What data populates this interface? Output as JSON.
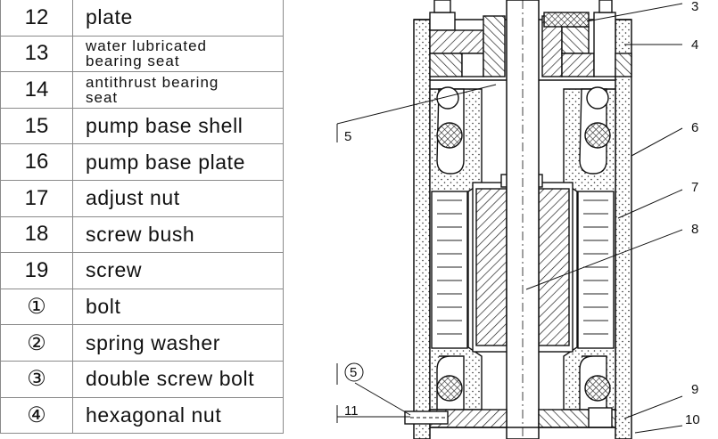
{
  "parts": [
    {
      "no": "12",
      "name": "plate"
    },
    {
      "no": "13",
      "name_lines": [
        "water lubricated",
        "bearing seat"
      ]
    },
    {
      "no": "14",
      "name_lines": [
        "antithrust bearing",
        "seat"
      ]
    },
    {
      "no": "15",
      "name": "pump base shell"
    },
    {
      "no": "16",
      "name": "pump base plate"
    },
    {
      "no": "17",
      "name": "adjust nut"
    },
    {
      "no": "18",
      "name": "screw bush"
    },
    {
      "no": "19",
      "name": "screw"
    },
    {
      "no": "①",
      "name": "bolt"
    },
    {
      "no": "②",
      "name": "spring washer"
    },
    {
      "no": "③",
      "name": "double screw bolt"
    },
    {
      "no": "④",
      "name": "hexagonal nut"
    }
  ],
  "callouts": [
    "3",
    "4",
    "5",
    "6",
    "7",
    "8",
    "9",
    "10",
    "11",
    "5"
  ]
}
